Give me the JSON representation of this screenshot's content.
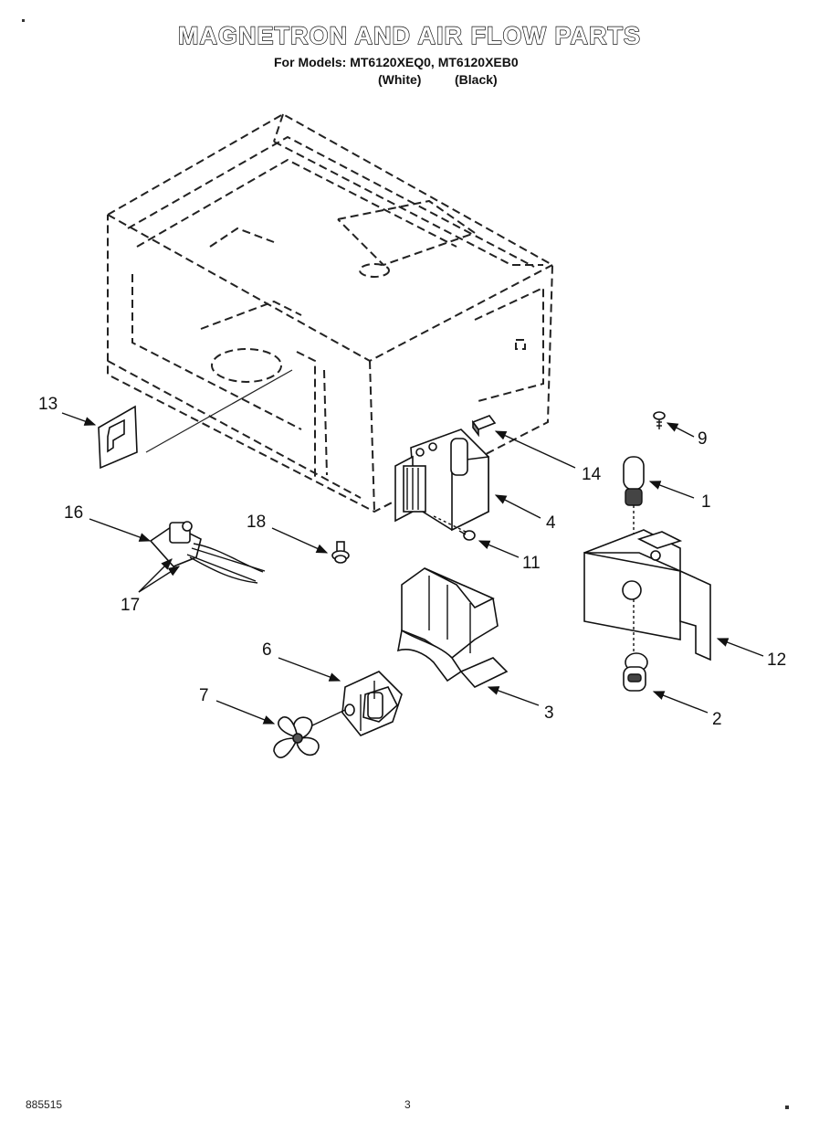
{
  "header": {
    "title": "MAGNETRON AND AIR FLOW PARTS",
    "models_line": "For Models: MT6120XEQ0, MT6120XEB0",
    "color_white": "(White)",
    "color_black": "(Black)"
  },
  "callouts": {
    "c1": "1",
    "c2": "2",
    "c3": "3",
    "c4": "4",
    "c6": "6",
    "c7": "7",
    "c9": "9",
    "c11": "11",
    "c12": "12",
    "c13": "13",
    "c14": "14",
    "c16": "16",
    "c17": "17",
    "c18": "18"
  },
  "footer": {
    "doc_number": "885515",
    "page_number": "3"
  },
  "parts": [
    {
      "callout": "1",
      "icon": "fuse-icon"
    },
    {
      "callout": "2",
      "icon": "lamp-socket-icon"
    },
    {
      "callout": "3",
      "icon": "air-duct-icon"
    },
    {
      "callout": "4",
      "icon": "magnetron-icon"
    },
    {
      "callout": "6",
      "icon": "fan-motor-icon"
    },
    {
      "callout": "7",
      "icon": "fan-blade-icon"
    },
    {
      "callout": "9",
      "icon": "screw-icon"
    },
    {
      "callout": "11",
      "icon": "screw-icon"
    },
    {
      "callout": "12",
      "icon": "lamp-bracket-icon"
    },
    {
      "callout": "13",
      "icon": "cover-plate-icon"
    },
    {
      "callout": "14",
      "icon": "thermal-cutout-icon"
    },
    {
      "callout": "16",
      "icon": "switch-assembly-icon"
    },
    {
      "callout": "17",
      "icon": "wire-lead-icon"
    },
    {
      "callout": "18",
      "icon": "screw-icon"
    }
  ]
}
